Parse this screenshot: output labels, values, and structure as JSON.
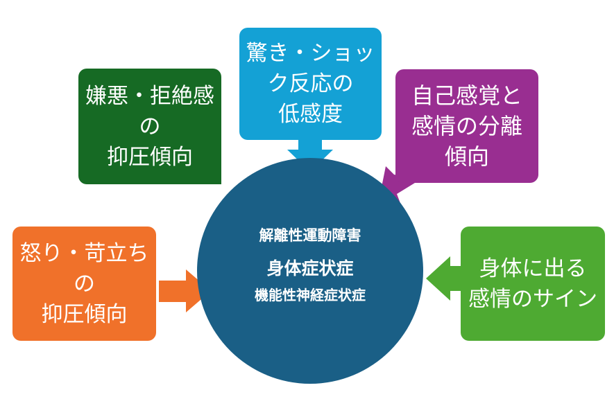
{
  "center": {
    "line1": "解離性運動障害",
    "line2": "身体症状症",
    "line3": "機能性神経症状症",
    "color": "#1A5F86"
  },
  "boxes": {
    "top": {
      "lines": [
        "驚き・ショッ",
        "ク反応の",
        "低感度"
      ],
      "color": "#14A1D5"
    },
    "top_left": {
      "lines": [
        "嫌悪・拒絶感",
        "の",
        "抑圧傾向"
      ],
      "color": "#166A24"
    },
    "top_right": {
      "lines": [
        "自己感覚と",
        "感情の分離",
        "傾向"
      ],
      "color": "#992E91"
    },
    "left": {
      "lines": [
        "怒り・苛立ち",
        "の",
        "抑圧傾向"
      ],
      "color": "#F0712A"
    },
    "right": {
      "lines": [
        "身体に出る",
        "感情のサイン"
      ],
      "color": "#4EAA32"
    }
  }
}
